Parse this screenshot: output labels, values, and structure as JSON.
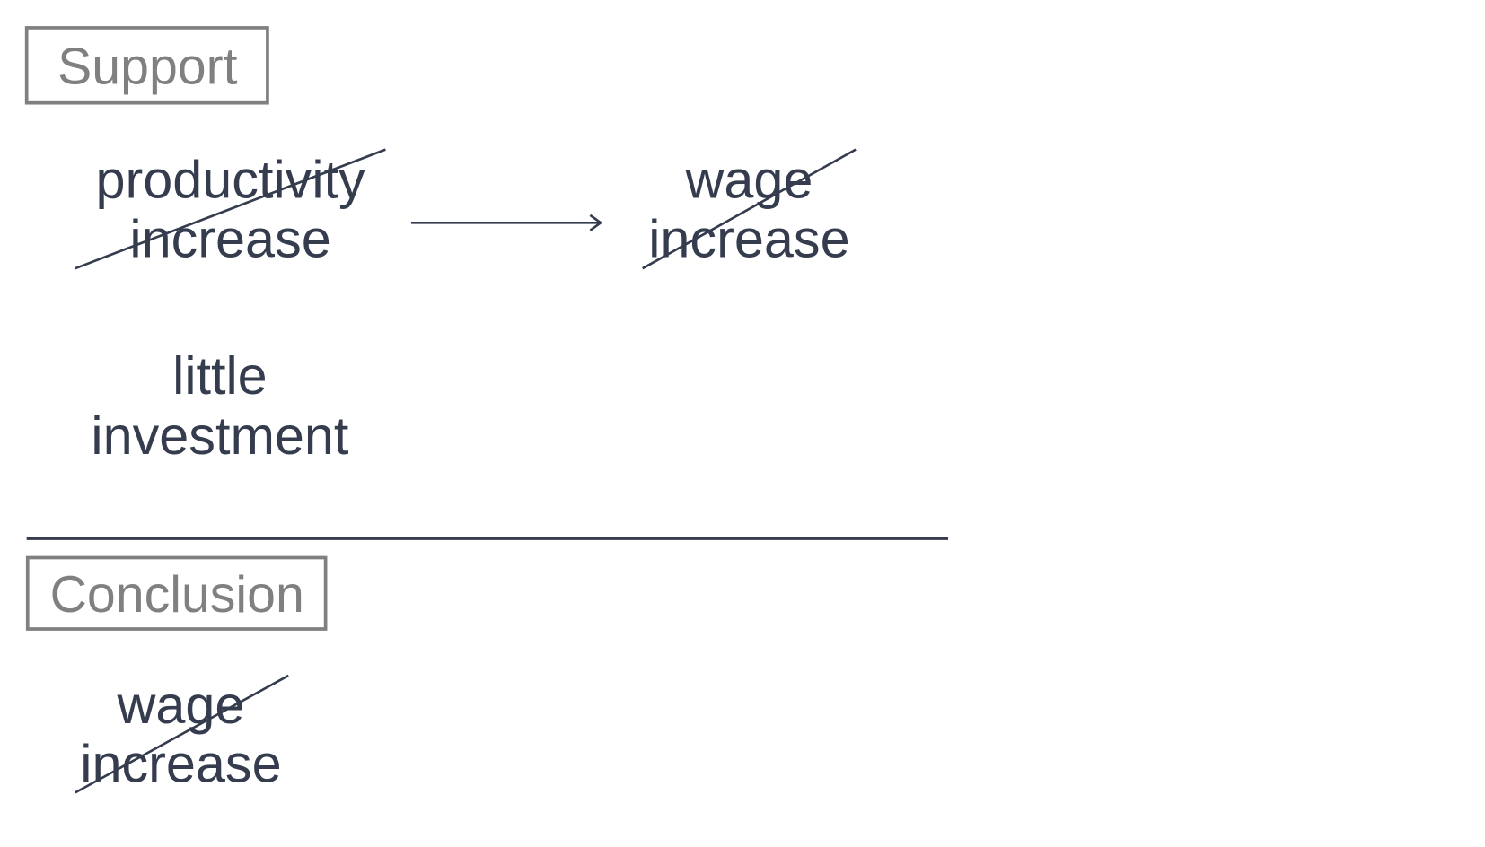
{
  "colors": {
    "ink": "#343c4e",
    "label": "#808080",
    "background": "#ffffff"
  },
  "support": {
    "label": "Support",
    "cause": {
      "line1": "productivity",
      "line2": "increase",
      "crossed_out": true
    },
    "effect": {
      "line1": "wage",
      "line2": "increase",
      "crossed_out": true
    },
    "other": {
      "line1": "little",
      "line2": "investment",
      "crossed_out": false
    }
  },
  "conclusion": {
    "label": "Conclusion",
    "claim": {
      "line1": "wage",
      "line2": "increase",
      "crossed_out": true
    }
  }
}
